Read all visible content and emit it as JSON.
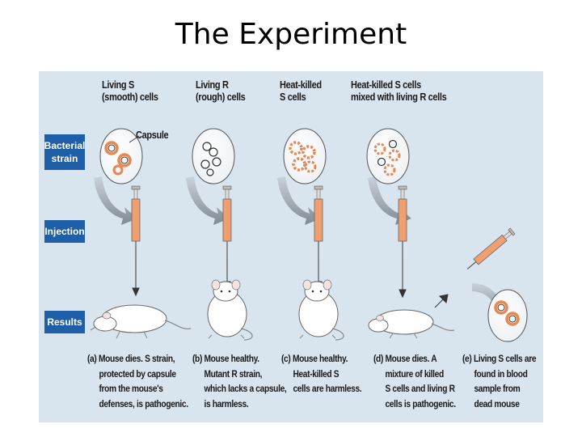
{
  "title": "The Experiment",
  "row_labels": {
    "strain_line1": "Bacterial",
    "strain_line2": "strain",
    "injection": "Injection",
    "results": "Results"
  },
  "columns": [
    {
      "line1": "Living S",
      "line2": "(smooth) cells"
    },
    {
      "line1": "Living R",
      "line2": "(rough) cells"
    },
    {
      "line1": "Heat-killed",
      "line2": "S cells"
    },
    {
      "line1": "Heat-killed S cells",
      "line2": "mixed with living R cells"
    }
  ],
  "capsule_label": "Capsule",
  "captions": [
    {
      "l1": "(a) Mouse dies. S strain,",
      "l2": "protected by capsule",
      "l3": "from the mouse's",
      "l4": "defenses, is pathogenic."
    },
    {
      "l1": "(b) Mouse healthy.",
      "l2": "Mutant R strain,",
      "l3": "which lacks a capsule,",
      "l4": "is harmless."
    },
    {
      "l1": "(c) Mouse healthy.",
      "l2": "Heat-killed S",
      "l3": "cells are harmless.",
      "l4": ""
    },
    {
      "l1": "(d) Mouse dies. A",
      "l2": "mixture of killed",
      "l3": "S cells and living R",
      "l4": "cells is pathogenic."
    },
    {
      "l1": "(e) Living S cells are",
      "l2": "found in blood",
      "l3": "sample from",
      "l4": "dead mouse"
    }
  ],
  "colors": {
    "panel_bg": "#d8e4ee",
    "label_box": "#1f5fa8",
    "cell_orange": "#e8874f",
    "syringe_fluid": "#f0a070"
  }
}
